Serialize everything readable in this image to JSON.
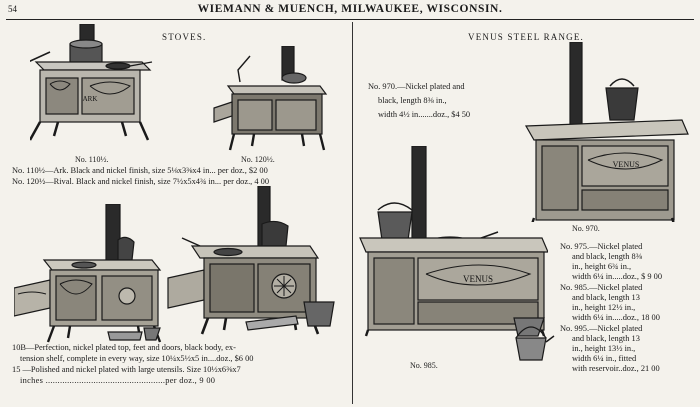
{
  "page": {
    "number": "54",
    "title": "WIEMANN & MUENCH, MILWAUKEE, WISCONSIN."
  },
  "left": {
    "heading": "STOVES.",
    "captions": {
      "a": "No. 110½.",
      "b": "No. 120½."
    },
    "item_110": "No. 110½—Ark. Black and nickel finish, size 5⅛x3⅜x4 in... per doz., $2 00",
    "item_120": "No. 120½—Rival. Black and nickel finish, size 7½x5x4¾ in... per doz., 4 00",
    "item_10b_line1": "10B—Perfection, nickel plated top, feet and doors, black body, ex-",
    "item_10b_line2": "tension shelf, complete in every way, size 10¼x5½x5 in....doz., $6 00",
    "item_15_line1": "15 —Polished and nickel plated with large utensils. Size 10½x6⅜x7",
    "item_15_line2": "inches ..................................................per doz., 9 00"
  },
  "right": {
    "heading": "VENUS STEEL RANGE.",
    "item_970_lines": [
      "No. 970.—Nickel plated and",
      "black, length 8⅜ in.,",
      "width 4½ in.......doz., $4 50"
    ],
    "caption_970": "No. 970.",
    "caption_985": "No. 985.",
    "item_975_lines": [
      "No. 975.—Nickel plated",
      "and black, length 8⅜",
      "in., height 6¾ in.,",
      "width 6¼ in.....doz., $ 9 00"
    ],
    "item_985_lines": [
      "No. 985.—Nickel plated",
      "and black, length 13",
      "in., height 12½ in.,",
      "width 6¼ in.....doz., 18 00"
    ],
    "item_995_lines": [
      "No. 995.—Nickel plated",
      "and black, length 13",
      "in., height 13½ in.,",
      "width 6¼ in., fitted",
      "with reservoir..doz., 21 00"
    ]
  },
  "illustration_labels": {
    "ark": "ARK",
    "venus": "VENUS"
  }
}
